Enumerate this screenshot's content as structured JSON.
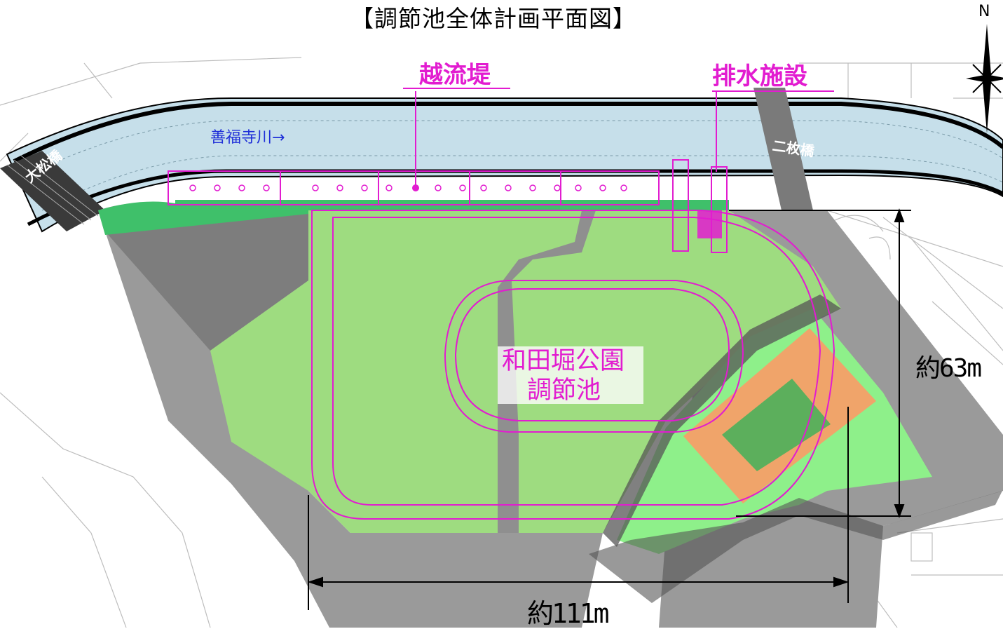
{
  "title": "【調節池全体計画平面図】",
  "north_label": "N",
  "labels": {
    "overflow_weir": "越流堤",
    "drainage_facility": "排水施設",
    "river": "善福寺川→",
    "pond_line1": "和田堀公園",
    "pond_line2": "調節池",
    "bridge_west": "大松橋",
    "bridge_east": "二枚橋"
  },
  "dimensions": {
    "height": "約63m",
    "width": "約111m"
  },
  "colors": {
    "river": "#c3dce8",
    "park": "#9cdc7c",
    "sports_field": "#8ef08a",
    "orange_court": "#f0a46a",
    "gray_area": "#8a8a8a",
    "magenta": "#e21cd0",
    "river_label": "#1f2fd8"
  }
}
